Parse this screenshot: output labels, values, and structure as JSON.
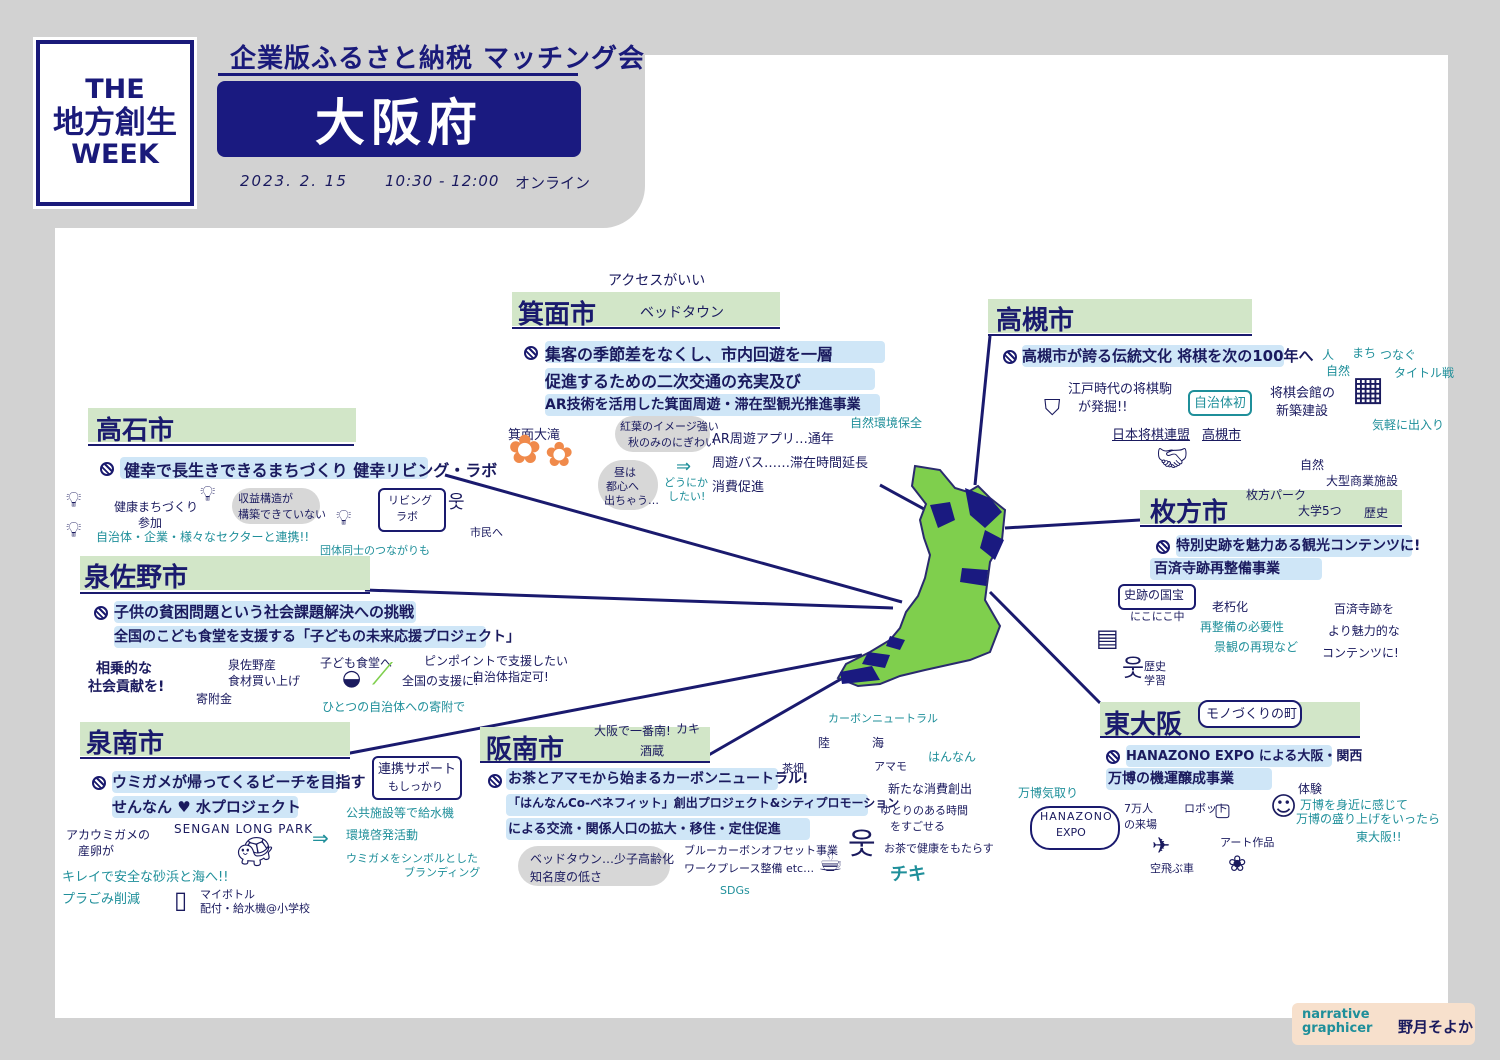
{
  "header": {
    "logo_lines": [
      "THE",
      "地方創生",
      "WEEK"
    ],
    "event_title": "企業版ふるさと納税 マッチング会",
    "prefecture": "大阪府",
    "date": "2023. 2. 15",
    "time": "10:30 - 12:00",
    "format": "オンライン"
  },
  "colors": {
    "navy": "#1a1a7a",
    "teal": "#1f8f9a",
    "green_band": "#d2e6c8",
    "map_green": "#7fcf4d",
    "highlight_blue": "#cfe6f7"
  },
  "cities": {
    "minoh": {
      "name": "箕面市",
      "tags": [
        "アクセスがいい",
        "ベッドタウン"
      ],
      "lines": [
        "集客の季節差をなくし、市内回遊を一層",
        "促進するための二次交通の充実及び",
        "AR技術を活用した箕面周遊・滞在型観光推進事業"
      ],
      "notes": [
        "自然環境保全",
        "箕面大滝",
        "紅葉のイメージ強い",
        "秋のみのにぎわい",
        "AR周遊アプリ…通年",
        "周遊バス……滞在時間延長",
        "消費促進",
        "昼は",
        "都心へ",
        "出ちゃう…",
        "どうにか",
        "したい!"
      ]
    },
    "takatsuki": {
      "name": "高槻市",
      "lines": [
        "高槻市が誇る伝統文化 将棋を次の100年へ"
      ],
      "notes": [
        "江戸時代の将棋駒",
        "が発掘!!",
        "自治体初",
        "将棋会館の",
        "新築建設",
        "日本将棋連盟",
        "高槻市",
        "人",
        "まち",
        "つなぐ",
        "自然",
        "タイトル戦",
        "気軽に出入り"
      ]
    },
    "takaishi": {
      "name": "高石市",
      "lines": [
        "健幸で長生きできるまちづくり 健幸リビング・ラボ"
      ],
      "notes": [
        "健康まちづくり",
        "参加",
        "収益構造が",
        "構築できていない",
        "リビング",
        "ラボ",
        "市民へ",
        "自治体・企業・様々なセクターと連携!!",
        "団体同士のつながりも"
      ]
    },
    "izumisano": {
      "name": "泉佐野市",
      "lines": [
        "子供の貧困問題という社会課題解決への挑戦",
        "全国のこども食堂を支援する「子どもの未来応援プロジェクト」"
      ],
      "notes": [
        "相乗的な",
        "社会貢献を!",
        "泉佐野産",
        "食材買い上げ",
        "子ども食堂へ",
        "寄附金",
        "ピンポイントで支援したい",
        "自治体指定可!",
        "全国の支援に!",
        "ひとつの自治体への寄附で"
      ]
    },
    "sennan": {
      "name": "泉南市",
      "lines": [
        "ウミガメが帰ってくるビーチを目指す",
        "せんなん ♥ 水プロジェクト"
      ],
      "notes": [
        "連携サポート",
        "もしっかり",
        "アカウミガメの",
        "産卵が",
        "SENGAN LONG PARK",
        "公共施設等で給水機",
        "環境啓発活動",
        "ウミガメをシンボルとした",
        "ブランディング",
        "キレイで安全な砂浜と海へ!!",
        "プラごみ削減",
        "マイボトル",
        "配付・給水機@小学校"
      ]
    },
    "hannan": {
      "name": "阪南市",
      "lines": [
        "お茶とアマモから始まるカーボンニュートラル!",
        "「はんなんCo-ベネフィット」創出プロジェクト&シティプロモーション",
        "による交流・関係人口の拡大・移住・定住促進"
      ],
      "notes": [
        "大阪で一番南!",
        "カキ",
        "酒蔵",
        "カーボンニュートラル",
        "陸",
        "海",
        "茶畑",
        "アマモ",
        "はんなん",
        "新たな消費創出",
        "ゆとりのある時間",
        "をすごせる",
        "お茶で健康をもたらす",
        "ベッドタウン…少子高齢化",
        "知名度の低さ",
        "ブルーカーボンオフセット事業",
        "ワークプレース整備 etc…",
        "SDGs",
        "チキ"
      ]
    },
    "hirakata": {
      "name": "枚方市",
      "lines": [
        "特別史跡を魅力ある観光コンテンツに!",
        "百済寺跡再整備事業"
      ],
      "notes": [
        "自然",
        "大型商業施設",
        "枚方パーク",
        "大学5つ",
        "歴史",
        "史跡の国宝",
        "にこにこ中",
        "老朽化",
        "再整備の必要性",
        "景観の再現など",
        "百済寺跡を",
        "より魅力的な",
        "コンテンツに!",
        "歴史",
        "学習"
      ]
    },
    "higashiosaka": {
      "name": "東大阪",
      "tags": [
        "モノづくりの町"
      ],
      "lines": [
        "HANAZONO EXPO による大阪・関西",
        "万博の機運醸成事業"
      ],
      "notes": [
        "万博気取り",
        "HANAZONO",
        "EXPO",
        "7万人",
        "の来場",
        "ロボット",
        "空飛ぶ車",
        "アート作品",
        "体験",
        "万博を身近に感じて",
        "万博の盛り上げをいったら",
        "東大阪!!"
      ]
    }
  },
  "credit": {
    "en": "narrative graphicer",
    "jp": "野月そよか"
  }
}
